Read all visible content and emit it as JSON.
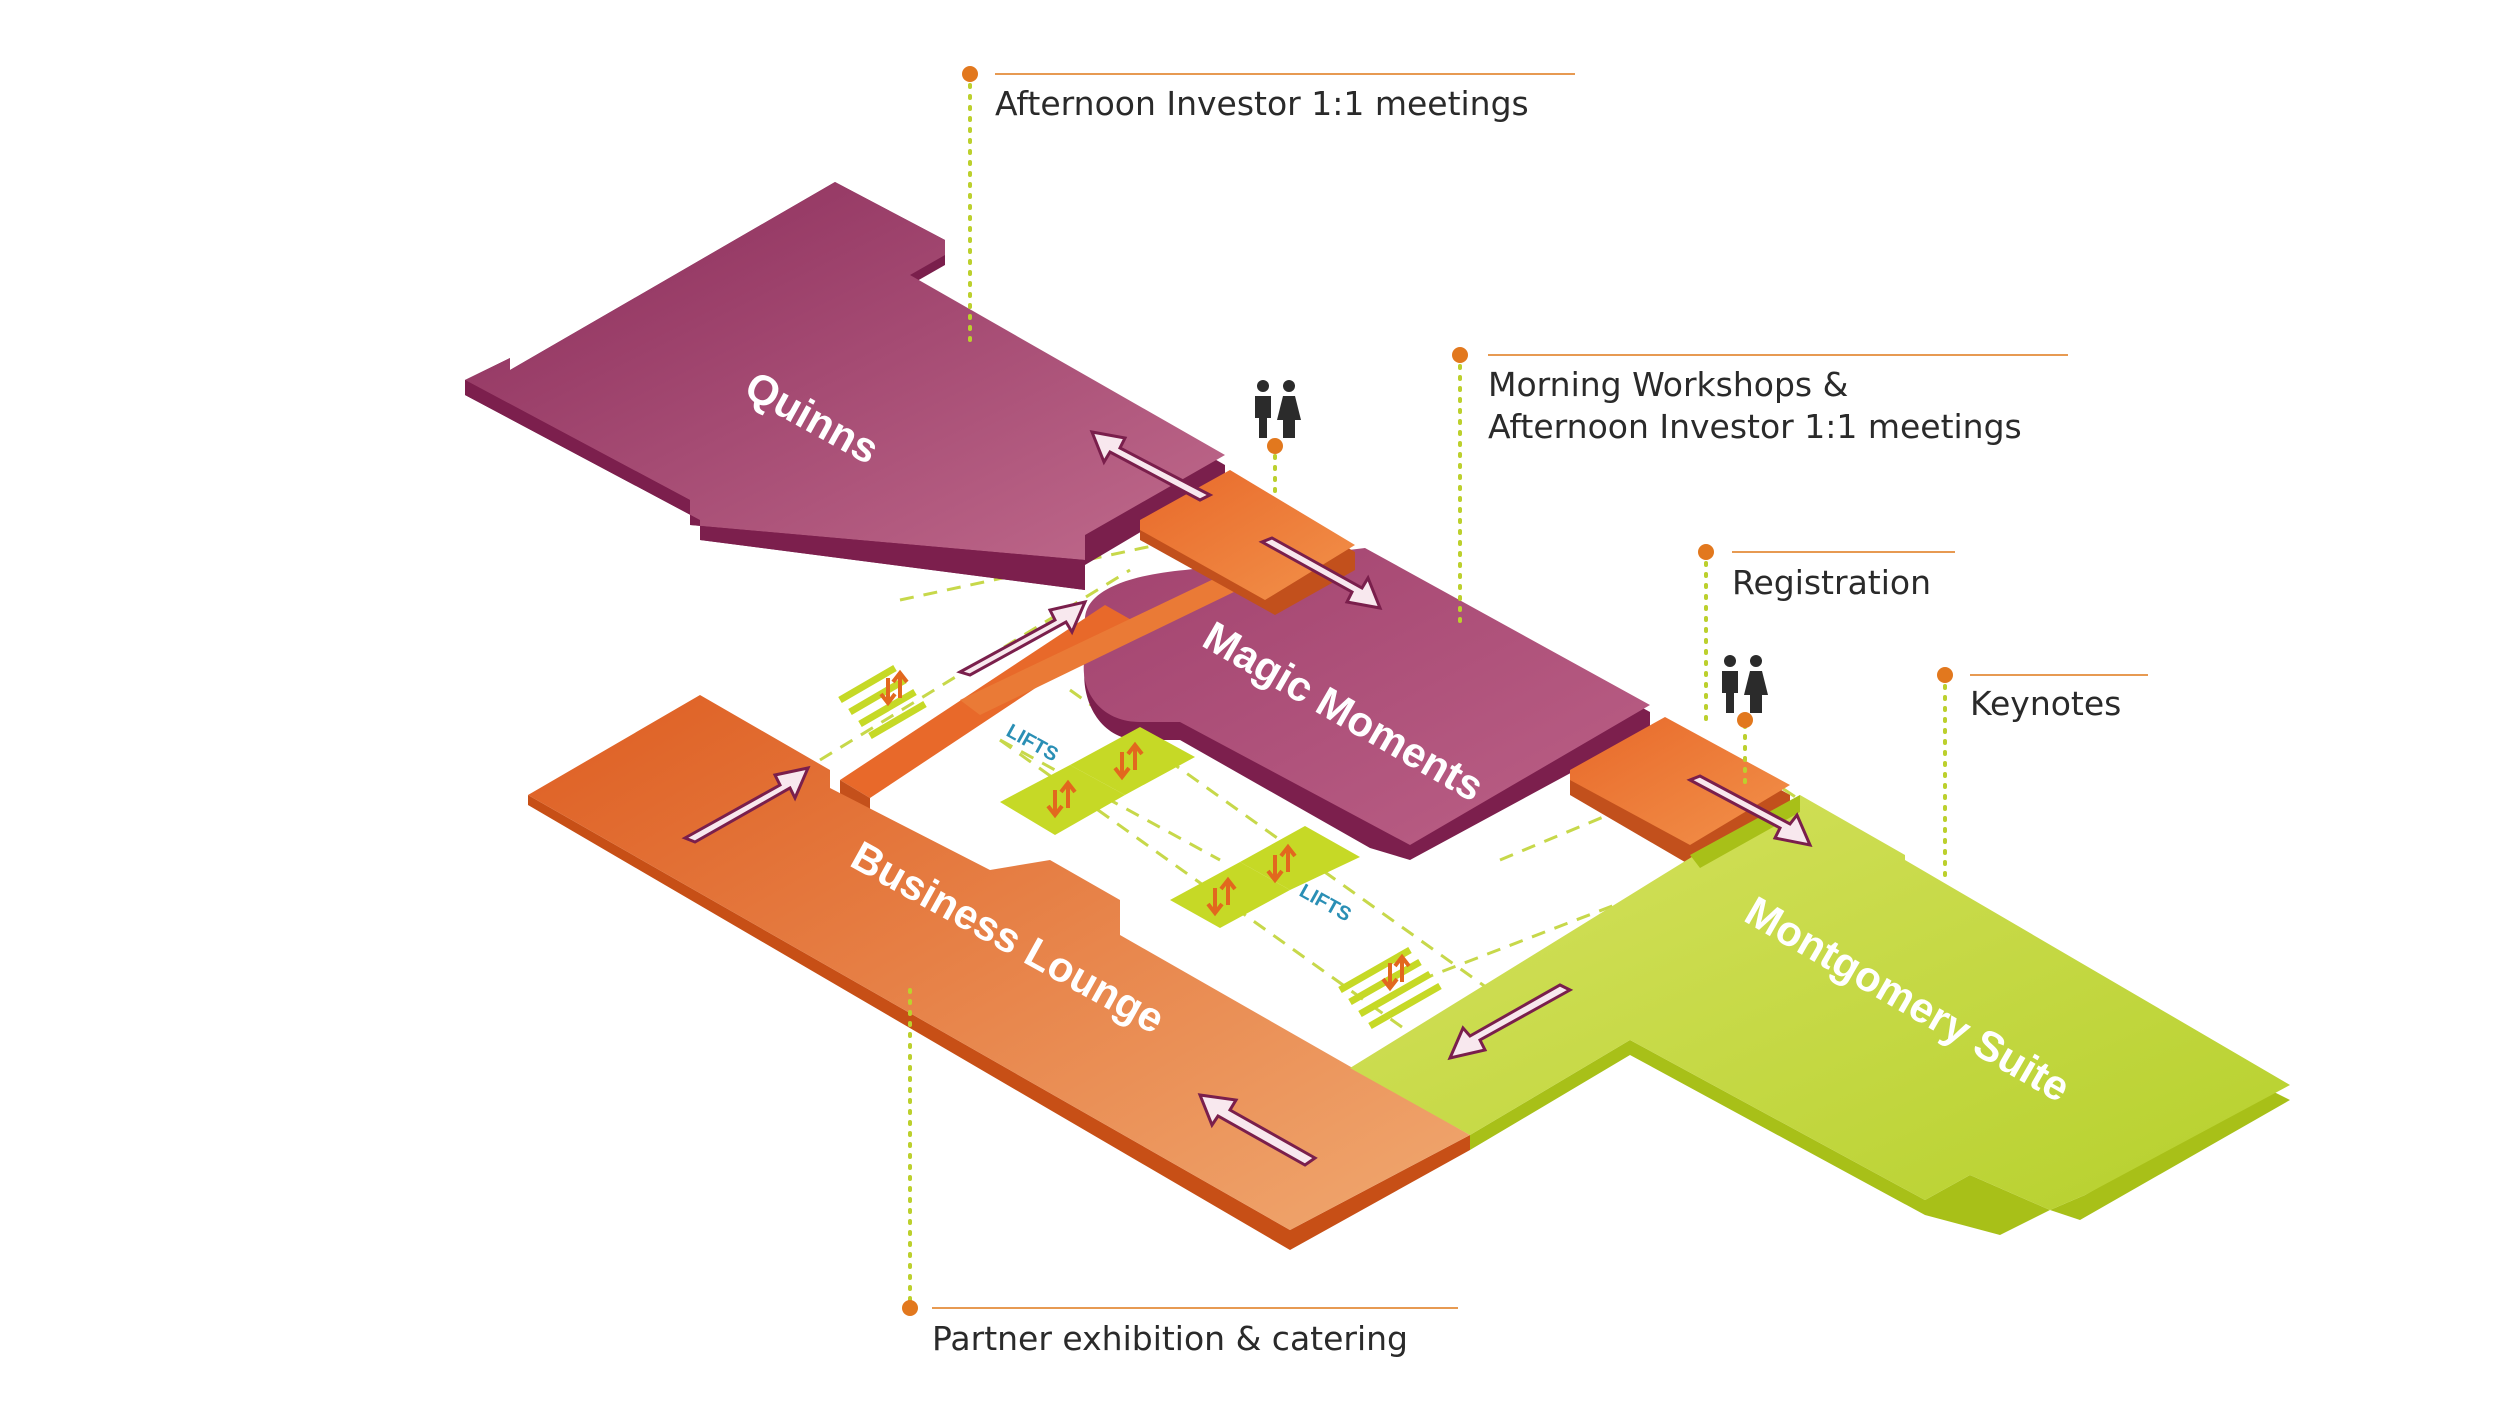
{
  "rooms": {
    "quinns": "Quinns",
    "magic_moments": "Magic Moments",
    "business_lounge": "Business Lounge",
    "montgomery_suite": "Montgomery Suite"
  },
  "callouts": {
    "afternoon_meetings": "Afternoon Investor 1:1 meetings",
    "morning_workshops_line1": "Morning Workshops &",
    "morning_workshops_line2": "Afternoon Investor 1:1 meetings",
    "registration": "Registration",
    "keynotes": "Keynotes",
    "partner_exhibition": "Partner exhibition & catering"
  },
  "lifts": {
    "upper_label": "LIFTS",
    "lower_label": "LIFTS"
  },
  "icons": {
    "toilets": "toilets-icon",
    "lift_arrows": "lift-arrows-icon",
    "stairs": "stairs-icon",
    "direction": "direction-arrow-icon"
  },
  "colors": {
    "purple": "#9a3a68",
    "orange": "#e5692b",
    "green": "#c4d838",
    "callout_dot": "#e2781e",
    "callout_rule": "#e79a52",
    "leader": "#bcd02d"
  }
}
